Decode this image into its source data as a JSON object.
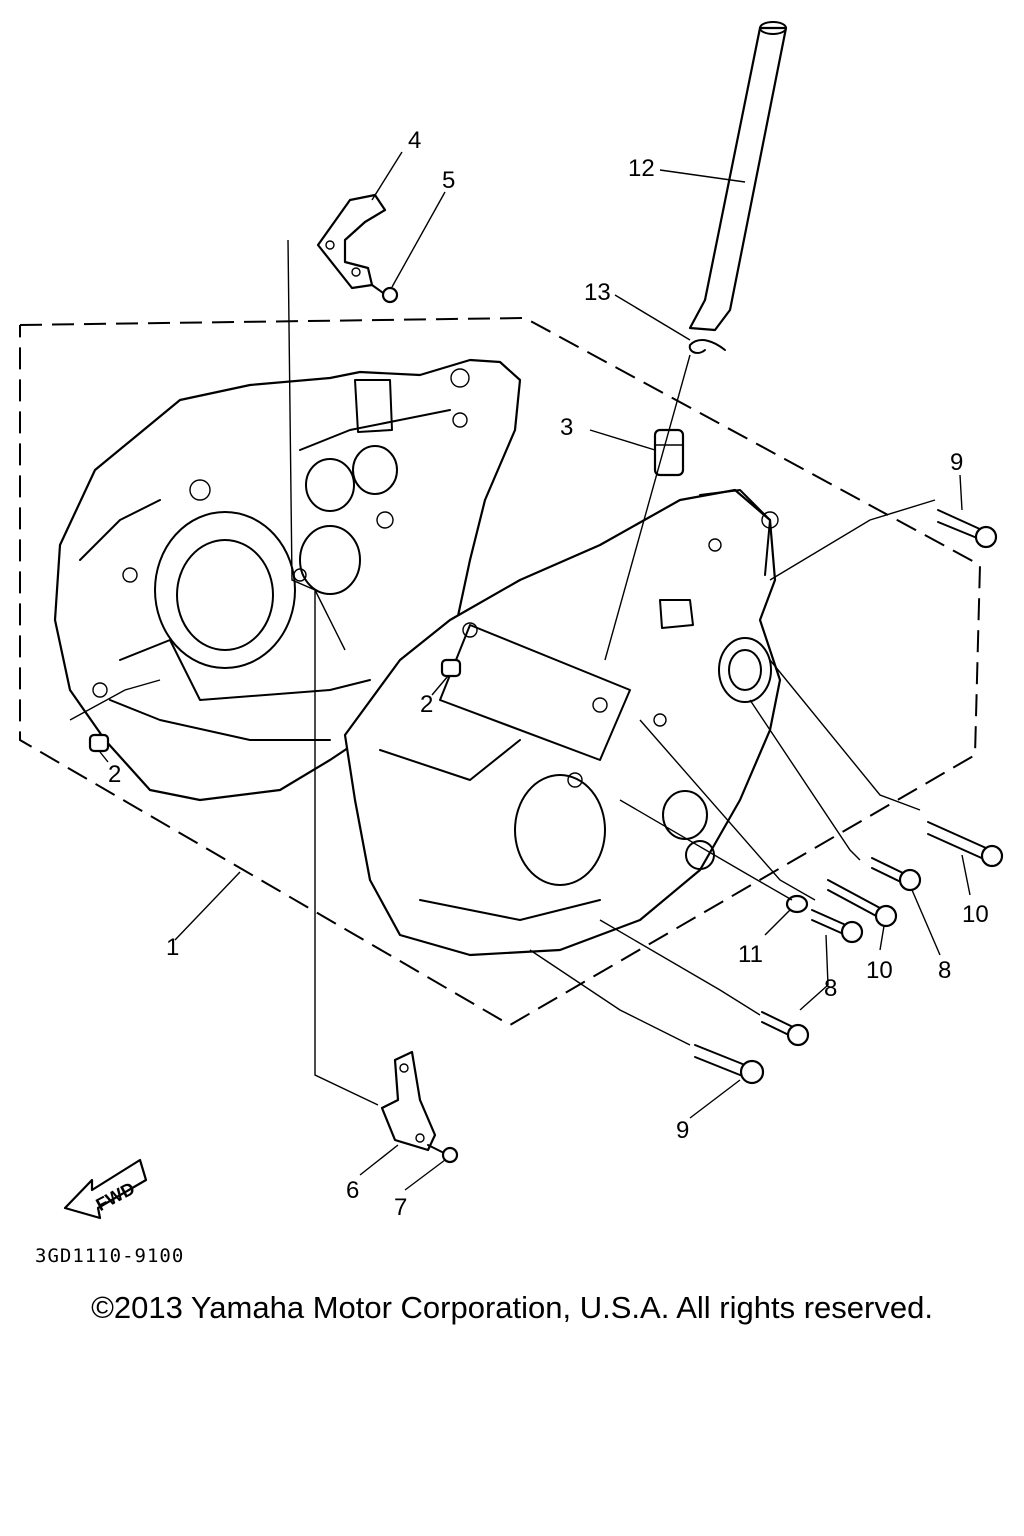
{
  "labels": {
    "l1": "1",
    "l2a": "2",
    "l2b": "2",
    "l3": "3",
    "l4": "4",
    "l5": "5",
    "l6": "6",
    "l7": "7",
    "l8a": "8",
    "l8b": "8",
    "l9a": "9",
    "l9b": "9",
    "l10a": "10",
    "l10b": "10",
    "l11": "11",
    "l12": "12",
    "l13": "13"
  },
  "fwd_label": "FWD",
  "diagram_code": "3GD1110-9100",
  "copyright": "©2013 Yamaha Motor Corporation, U.S.A. All rights reserved."
}
